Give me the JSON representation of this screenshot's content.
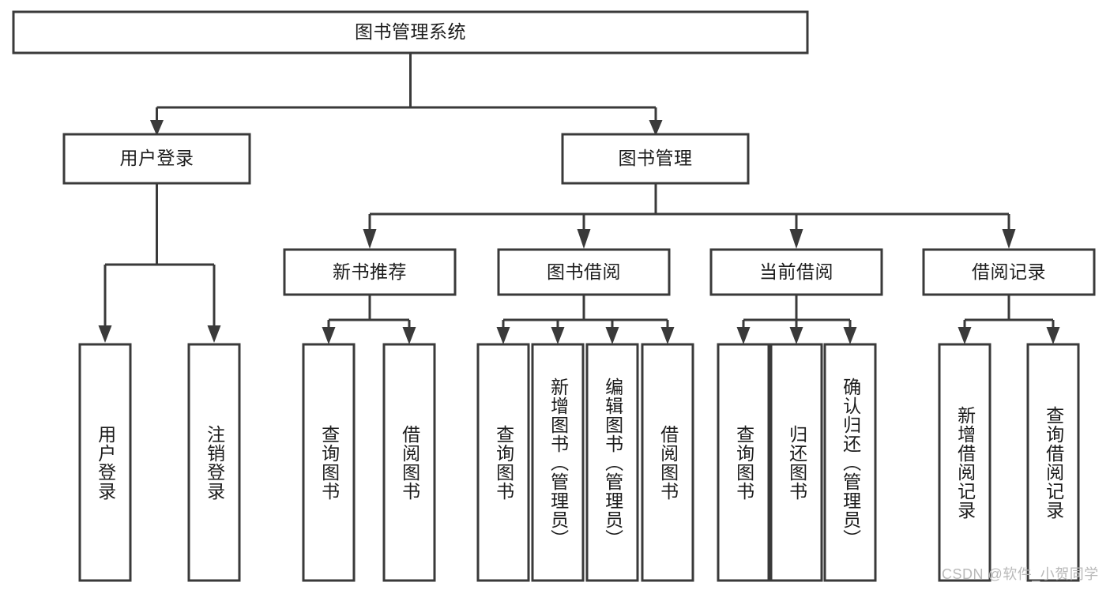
{
  "diagram": {
    "type": "tree-hierarchy-chart",
    "title": "图书管理系统",
    "background_color": "#ffffff",
    "line_color": "#3a3a3a",
    "text_color": "#1c1c1c",
    "root": {
      "id": "root",
      "label": "图书管理系统",
      "orientation": "horizontal"
    },
    "level2": [
      {
        "id": "user-login",
        "label": "用户登录",
        "orientation": "horizontal"
      },
      {
        "id": "book-manage",
        "label": "图书管理",
        "orientation": "horizontal"
      }
    ],
    "level3": [
      {
        "id": "new-book-recommend",
        "label": "新书推荐",
        "orientation": "horizontal",
        "parent": "book-manage"
      },
      {
        "id": "book-borrow",
        "label": "图书借阅",
        "orientation": "horizontal",
        "parent": "book-manage"
      },
      {
        "id": "current-borrow",
        "label": "当前借阅",
        "orientation": "horizontal",
        "parent": "book-manage"
      },
      {
        "id": "borrow-record",
        "label": "借阅记录",
        "orientation": "horizontal",
        "parent": "book-manage"
      }
    ],
    "leaves": [
      {
        "id": "leaf-user-login",
        "label": "用户登录",
        "orientation": "vertical",
        "parent": "user-login"
      },
      {
        "id": "leaf-logout",
        "label": "注销登录",
        "orientation": "vertical",
        "parent": "user-login"
      },
      {
        "id": "leaf-query-book-1",
        "label": "查询图书",
        "orientation": "vertical",
        "parent": "new-book-recommend"
      },
      {
        "id": "leaf-borrow-book-1",
        "label": "借阅图书",
        "orientation": "vertical",
        "parent": "new-book-recommend"
      },
      {
        "id": "leaf-query-book-2",
        "label": "查询图书",
        "orientation": "vertical",
        "parent": "book-borrow"
      },
      {
        "id": "leaf-add-book",
        "label": "新增图书（管理员）",
        "orientation": "vertical",
        "parent": "book-borrow"
      },
      {
        "id": "leaf-edit-book",
        "label": "编辑图书（管理员）",
        "orientation": "vertical",
        "parent": "book-borrow"
      },
      {
        "id": "leaf-borrow-book-2",
        "label": "借阅图书",
        "orientation": "vertical",
        "parent": "book-borrow"
      },
      {
        "id": "leaf-query-book-3",
        "label": "查询图书",
        "orientation": "vertical",
        "parent": "current-borrow"
      },
      {
        "id": "leaf-return-book",
        "label": "归还图书",
        "orientation": "vertical",
        "parent": "current-borrow"
      },
      {
        "id": "leaf-confirm-return",
        "label": "确认归还（管理员）",
        "orientation": "vertical",
        "parent": "current-borrow"
      },
      {
        "id": "leaf-add-record",
        "label": "新增借阅记录",
        "orientation": "vertical",
        "parent": "borrow-record"
      },
      {
        "id": "leaf-query-record",
        "label": "查询借阅记录",
        "orientation": "vertical",
        "parent": "borrow-record"
      }
    ]
  },
  "watermark": {
    "text": "CSDN @软件_小贺同学"
  }
}
